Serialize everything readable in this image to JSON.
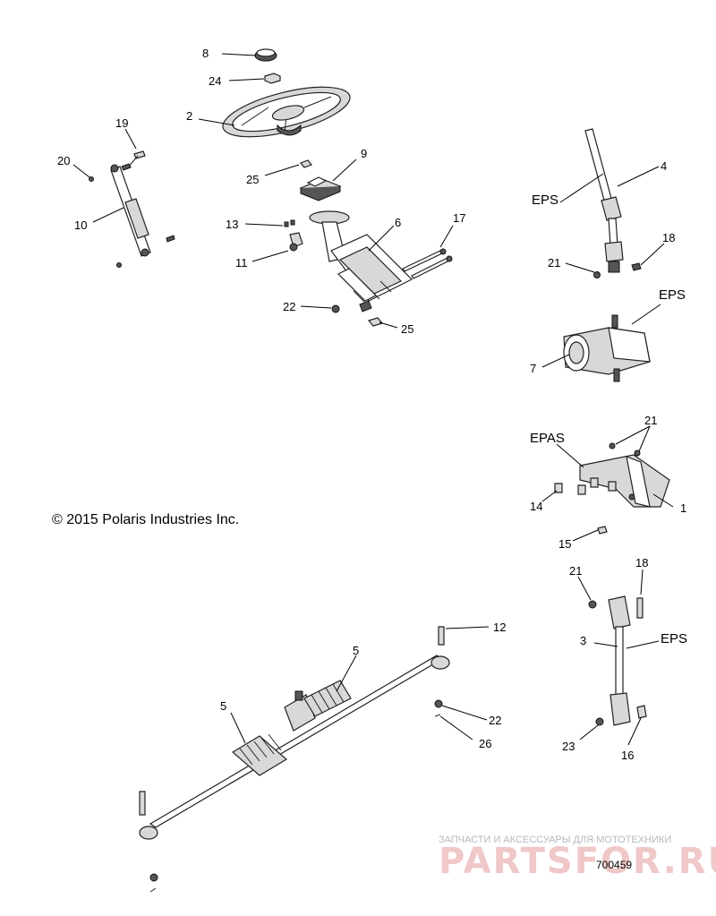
{
  "copyright": "© 2015 Polaris Industries Inc.",
  "doc_id": "700459",
  "watermark": {
    "subtitle": "ЗАПЧАСТИ И АКСЕССУАРЫ ДЛЯ МОТОТЕХНИКИ",
    "brand": "PARTSFOR.RU"
  },
  "callouts": {
    "c8": "8",
    "c24": "24",
    "c2": "2",
    "c19": "19",
    "c20": "20",
    "c10": "10",
    "c25a": "25",
    "c9": "9",
    "c13": "13",
    "c11": "11",
    "c6": "6",
    "c17": "17",
    "c22a": "22",
    "c25b": "25",
    "c4": "4",
    "c18a": "18",
    "c21a": "21",
    "c7": "7",
    "c21b": "21",
    "c14": "14",
    "c1": "1",
    "c15": "15",
    "c21c": "21",
    "c18b": "18",
    "c3": "3",
    "c23": "23",
    "c16": "16",
    "c12": "12",
    "c5a": "5",
    "c5b": "5",
    "c22b": "22",
    "c26": "26"
  },
  "tags": {
    "eps_shaft": "EPS",
    "eps_motor": "EPS",
    "epas_bracket": "EPAS",
    "eps_lower": "EPS"
  }
}
